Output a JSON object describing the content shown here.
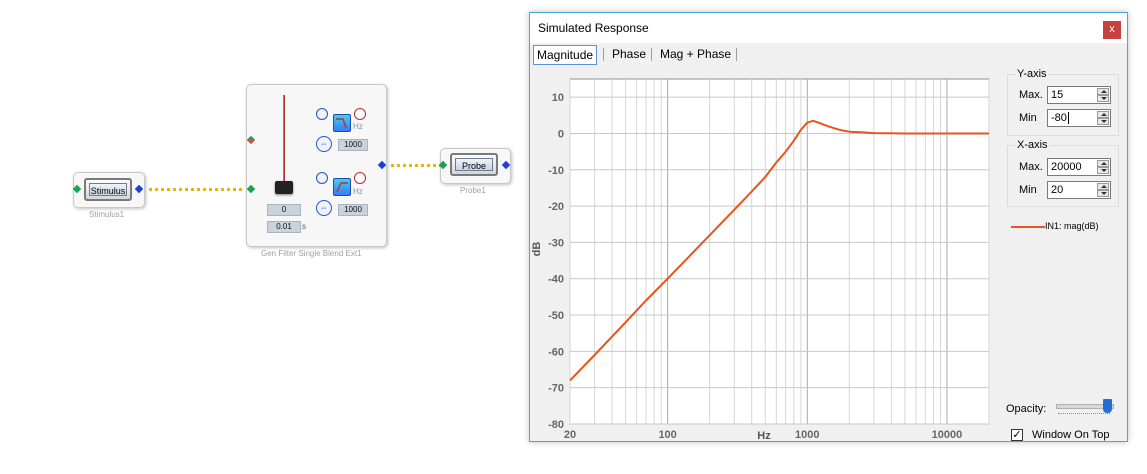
{
  "canvas": {
    "stimulus": {
      "button_label": "Stimulus",
      "caption": "Stimulus1"
    },
    "probe": {
      "button_label": "Probe",
      "caption": "Probe1"
    },
    "filter_block": {
      "caption": "Gen Filter Single Blend Ext1",
      "top_filter": {
        "unit": "Hz",
        "value": "1000"
      },
      "bottom_filter": {
        "unit": "Hz",
        "value": "1000"
      },
      "slider_value": "0",
      "time_value": "0.01",
      "time_unit": "s"
    }
  },
  "window": {
    "title": "Simulated Response",
    "close_label": "x",
    "tabs": [
      {
        "label": "Magnitude",
        "active": true
      },
      {
        "label": "Phase",
        "active": false
      },
      {
        "label": "Mag + Phase",
        "active": false
      }
    ],
    "y_axis": {
      "group_label": "Y-axis",
      "max_label": "Max.",
      "max_value": "15",
      "min_label": "Min",
      "min_value": "-80"
    },
    "x_axis": {
      "group_label": "X-axis",
      "max_label": "Max.",
      "max_value": "20000",
      "min_label": "Min",
      "min_value": "20"
    },
    "legend_label": "IN1: mag(dB)",
    "opacity_label": "Opacity:",
    "opacity_value": 1.0,
    "window_on_top_label": "Window On Top",
    "window_on_top_checked": true
  },
  "chart_data": {
    "type": "line",
    "xscale": "log",
    "xlabel": "Hz",
    "ylabel": "dB",
    "xlim": [
      20,
      20000
    ],
    "ylim": [
      -80,
      15
    ],
    "x_ticks": [
      20,
      100,
      1000,
      10000
    ],
    "x_tick_labels": [
      "20",
      "100",
      "1000",
      "10000"
    ],
    "y_ticks": [
      10,
      0,
      -10,
      -20,
      -30,
      -40,
      -50,
      -60,
      -70,
      -80
    ],
    "y_tick_labels": [
      "10",
      "0",
      "-10",
      "-20",
      "-30",
      "-40",
      "-50",
      "-60",
      "-70",
      "-80"
    ],
    "grid": true,
    "line_color": "#e8541b",
    "series": [
      {
        "name": "IN1: mag(dB)",
        "x": [
          20,
          30,
          50,
          70,
          100,
          150,
          200,
          300,
          400,
          500,
          600,
          700,
          800,
          900,
          1000,
          1100,
          1200,
          1400,
          1700,
          2000,
          2500,
          3000,
          5000,
          10000,
          20000
        ],
        "y": [
          -68,
          -61,
          -52,
          -46,
          -40,
          -33,
          -28,
          -21,
          -16,
          -12,
          -8,
          -5,
          -2,
          1,
          3,
          3.5,
          3,
          2,
          1,
          0.5,
          0.3,
          0.1,
          0,
          0,
          0
        ]
      }
    ]
  }
}
